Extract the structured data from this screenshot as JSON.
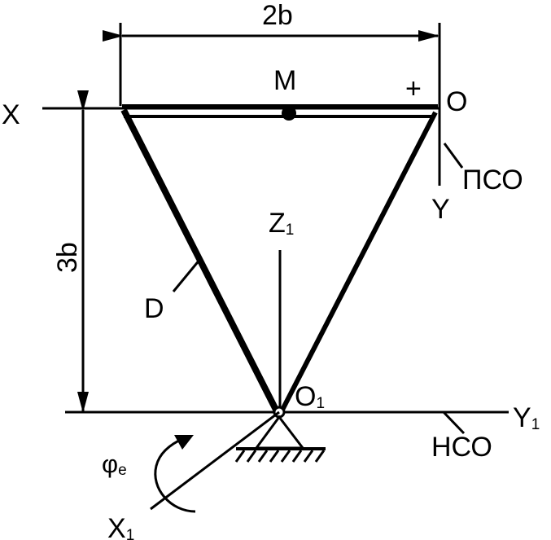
{
  "labels": {
    "width_dim": "2b",
    "height_dim": "3b",
    "point_m": "M",
    "origin_o": "O",
    "plus_sign": "+",
    "axis_x": "X",
    "axis_y": "Y",
    "pso": "ПСО",
    "axis_z1": "Z",
    "axis_z1_sub": "1",
    "body_d": "D",
    "origin_o1": "O",
    "origin_o1_sub": "1",
    "axis_y1": "Y",
    "axis_y1_sub": "1",
    "nso": "НСО",
    "phi_e": "φ",
    "phi_e_sub": "e",
    "axis_x1": "X",
    "axis_x1_sub": "1"
  }
}
